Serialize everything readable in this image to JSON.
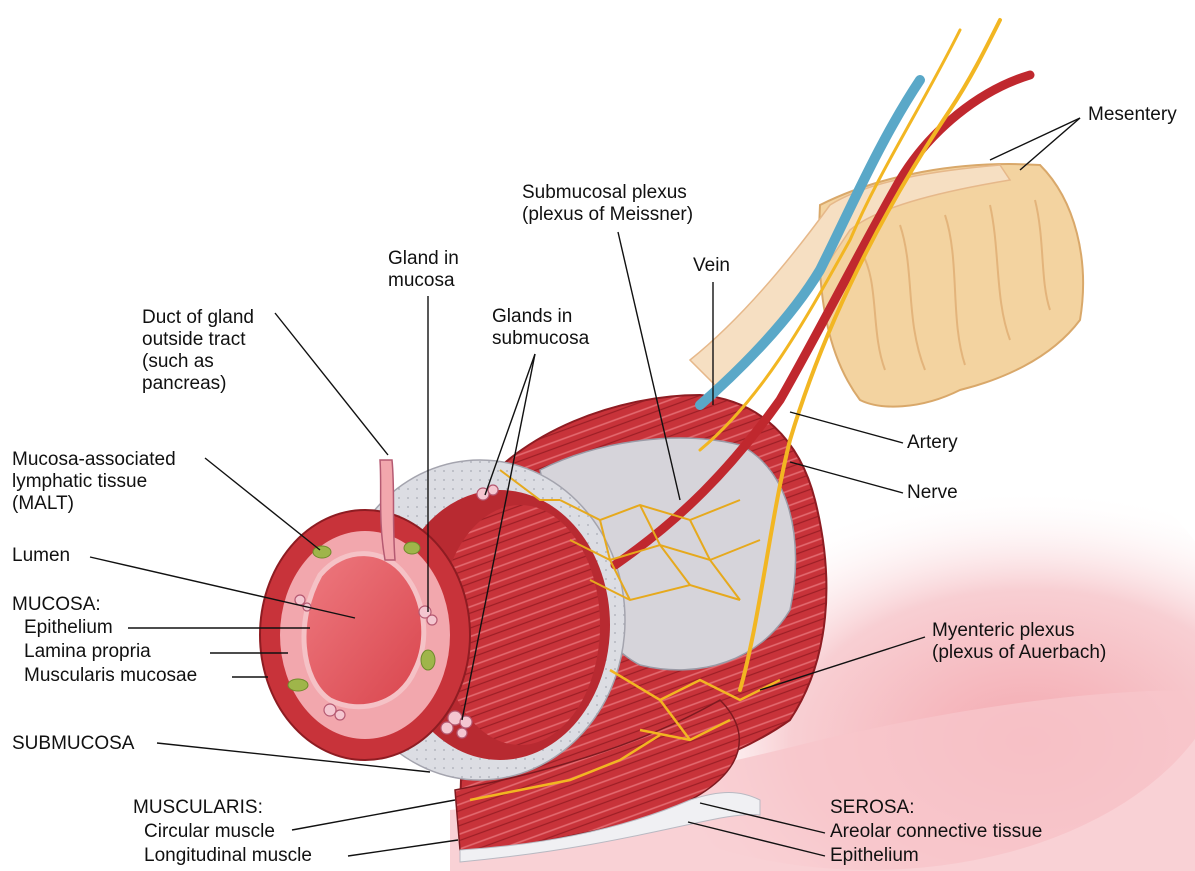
{
  "labels": {
    "mesentery": "Mesentery",
    "submucosal_plexus": "Submucosal plexus\n(plexus of Meissner)",
    "vein": "Vein",
    "gland_in_mucosa": "Gland in\nmucosa",
    "glands_in_submucosa": "Glands in\nsubmucosa",
    "duct_of_gland": "Duct of gland\noutside tract\n(such as\npancreas)",
    "malt": "Mucosa-associated\nlymphatic tissue\n(MALT)",
    "lumen": "Lumen",
    "mucosa_heading": "MUCOSA:",
    "epithelium": "Epithelium",
    "lamina_propria": "Lamina propria",
    "muscularis_mucosae": "Muscularis mucosae",
    "submucosa": "SUBMUCOSA",
    "muscularis_heading": "MUSCULARIS:",
    "circular_muscle": "Circular muscle",
    "longitudinal_muscle": "Longitudinal muscle",
    "artery": "Artery",
    "nerve": "Nerve",
    "myenteric_plexus": "Myenteric plexus\n(plexus of Auerbach)",
    "serosa_heading": "SEROSA:",
    "areolar_tissue": "Areolar connective tissue",
    "serosa_epithelium": "Epithelium"
  },
  "colors": {
    "muscle": "#c8333a",
    "muscle_dark": "#8e1c22",
    "mucosa": "#e87c84",
    "lumen": "#e45a60",
    "submucosa_gray": "#d9d9de",
    "nerve": "#f2b622",
    "vein": "#5aa8c8",
    "artery": "#c0282e",
    "fat": "#f3d7a8",
    "background_pink": "#f6c4c8",
    "lymph": "#9fb54a"
  }
}
